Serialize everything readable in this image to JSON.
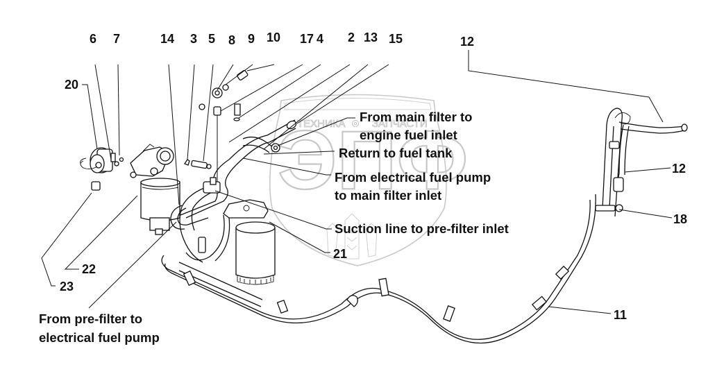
{
  "diagram": {
    "title": "Fuel system hoses and filters",
    "callouts": [
      {
        "id": "6",
        "label": "6"
      },
      {
        "id": "7",
        "label": "7"
      },
      {
        "id": "14",
        "label": "14"
      },
      {
        "id": "3",
        "label": "3"
      },
      {
        "id": "5",
        "label": "5"
      },
      {
        "id": "8",
        "label": "8"
      },
      {
        "id": "9",
        "label": "9"
      },
      {
        "id": "10",
        "label": "10"
      },
      {
        "id": "17",
        "label": "17"
      },
      {
        "id": "4",
        "label": "4"
      },
      {
        "id": "2",
        "label": "2"
      },
      {
        "id": "13",
        "label": "13"
      },
      {
        "id": "15",
        "label": "15"
      },
      {
        "id": "12a",
        "label": "12"
      },
      {
        "id": "20",
        "label": "20"
      },
      {
        "id": "12b",
        "label": "12"
      },
      {
        "id": "18",
        "label": "18"
      },
      {
        "id": "21",
        "label": "21"
      },
      {
        "id": "22",
        "label": "22"
      },
      {
        "id": "23",
        "label": "23"
      },
      {
        "id": "11",
        "label": "11"
      }
    ],
    "annotations": {
      "main_to_engine_line1": "From main filter to",
      "main_to_engine_line2": "engine fuel inlet",
      "return_to_tank": "Return to fuel tank",
      "pump_to_main_line1": "From electrical fuel pump",
      "pump_to_main_line2": "to main filter inlet",
      "suction_line": "Suction line to pre-filter inlet",
      "prefilter_to_pump_line1": "From pre-filter to",
      "prefilter_to_pump_line2": "electrical fuel pump"
    },
    "watermark": {
      "left_text": "ТЕХНИКА",
      "right_text": "ЗАПЧАСТИ",
      "logo_letters": "ЭПФ"
    }
  }
}
